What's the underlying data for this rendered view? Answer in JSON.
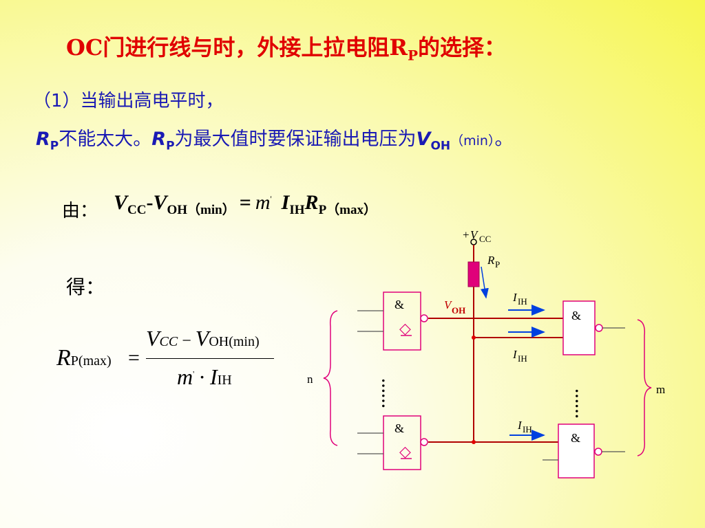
{
  "title": {
    "main": "OC门进行线与时，外接上拉电阻R",
    "sub": "P",
    "tail": "的选择："
  },
  "case1": {
    "line1": "（1）当输出高电平时，",
    "r1": "R",
    "r1_sub": "P",
    "text1": "不能太大。",
    "r2": "R",
    "r2_sub": "P",
    "text2": "为最大值时要保证输出电压为",
    "v": "V",
    "v_sub": "OH",
    "v_paren": "（min）",
    "end": "。"
  },
  "equation": {
    "prefix": "由：",
    "v1": "V",
    "v1_sub": "CC",
    "dash": "-",
    "v2": "V",
    "v2_sub": "OH（min）",
    "equals": "=",
    "m": "m",
    "prime": "'",
    "i": "I",
    "i_sub": "IH",
    "r": "R",
    "r_sub": "P（max）"
  },
  "result_label": "得：",
  "formula": {
    "lhs": "R",
    "lhs_sub": "P(max)",
    "eq": "=",
    "num_v1": "V",
    "num_v1_sub": "CC",
    "minus": "−",
    "num_v2": "V",
    "num_v2_sub": "OH(min)",
    "den_m": "m",
    "den_prime": "'",
    "den_dot": "·",
    "den_i": "I",
    "den_i_sub": "IH"
  },
  "circuit": {
    "vcc_plus": "+",
    "vcc": "V",
    "vcc_sub": "CC",
    "rp": "R",
    "rp_sub": "P",
    "voh": "V",
    "voh_sub": "OH",
    "ih": "I",
    "ih_sub": "IH",
    "gate_symbol": "&",
    "oc_symbol": "◇",
    "dots": "……",
    "n_label": "n",
    "m_label": "m"
  },
  "colors": {
    "title_red": "#e00000",
    "body_blue": "#1a1ab4",
    "circuit_red": "#b00000",
    "gate_magenta": "#e0007a",
    "arrow_blue": "#0040e0"
  }
}
